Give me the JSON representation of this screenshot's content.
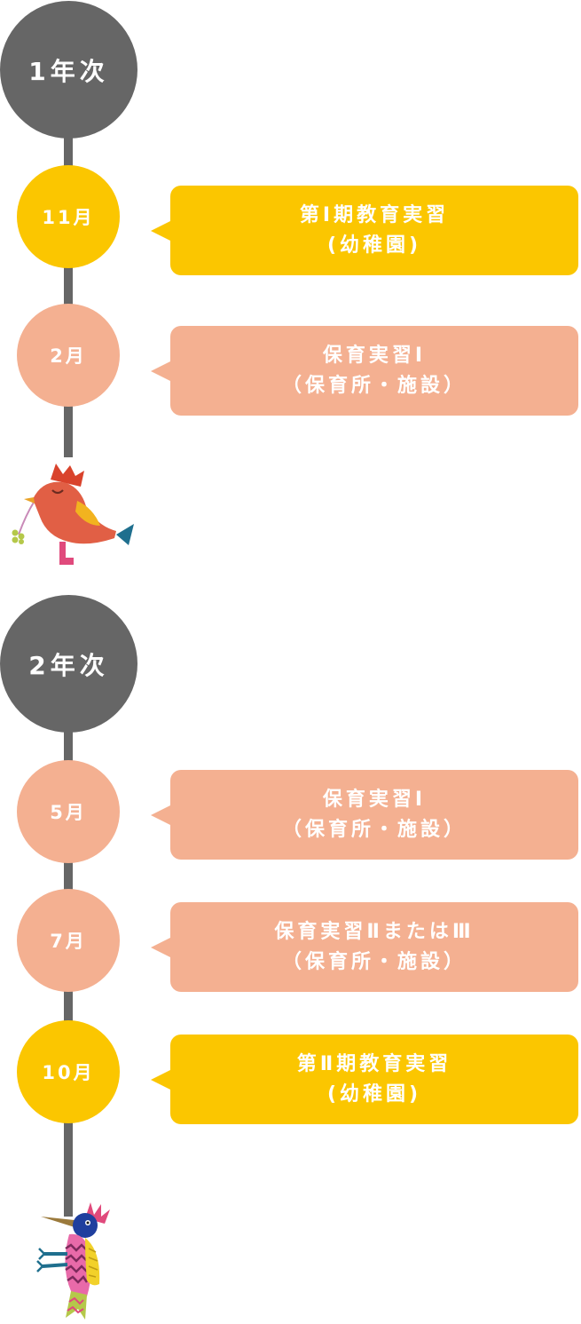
{
  "colors": {
    "line": "#666666",
    "year": "#666666",
    "yellow": "#fbc600",
    "salmon": "#f4b091"
  },
  "year1": {
    "label": "1年次",
    "events": [
      {
        "month": "11月",
        "line1": "第Ⅰ期教育実習",
        "line2": "(幼稚園)",
        "color": "yellow"
      },
      {
        "month": "2月",
        "line1": "保育実習Ⅰ",
        "line2": "（保育所・施設）",
        "color": "salmon"
      }
    ],
    "bird_icon": "chicken-bird-icon"
  },
  "year2": {
    "label": "2年次",
    "events": [
      {
        "month": "5月",
        "line1": "保育実習Ⅰ",
        "line2": "（保育所・施設）",
        "color": "salmon"
      },
      {
        "month": "7月",
        "line1": "保育実習ⅡまたはⅢ",
        "line2": "（保育所・施設）",
        "color": "salmon"
      },
      {
        "month": "10月",
        "line1": "第Ⅱ期教育実習",
        "line2": "(幼稚園)",
        "color": "yellow"
      }
    ],
    "bird_icon": "woodpecker-bird-icon"
  }
}
